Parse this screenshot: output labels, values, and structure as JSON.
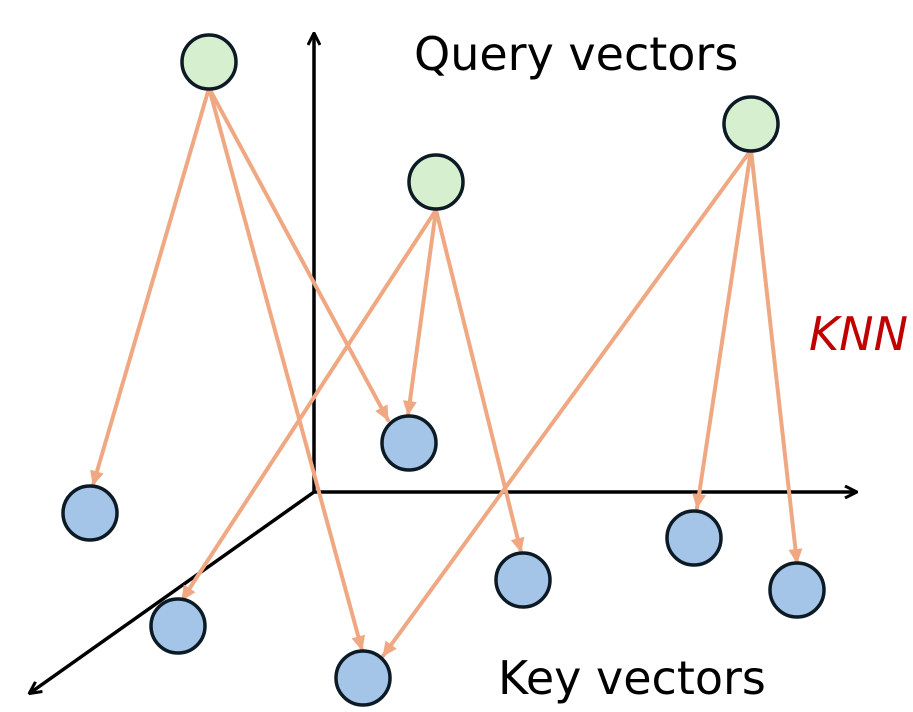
{
  "labels": {
    "query": "Query vectors",
    "key": "Key vectors",
    "knn": "KNN"
  },
  "colors": {
    "query_fill": "#d6f0cf",
    "key_fill": "#a4c4e8",
    "node_stroke": "#0b1a24",
    "arrow": "#f0a882",
    "axis": "#000000",
    "knn_text": "#c00000",
    "text": "#000000"
  }
}
